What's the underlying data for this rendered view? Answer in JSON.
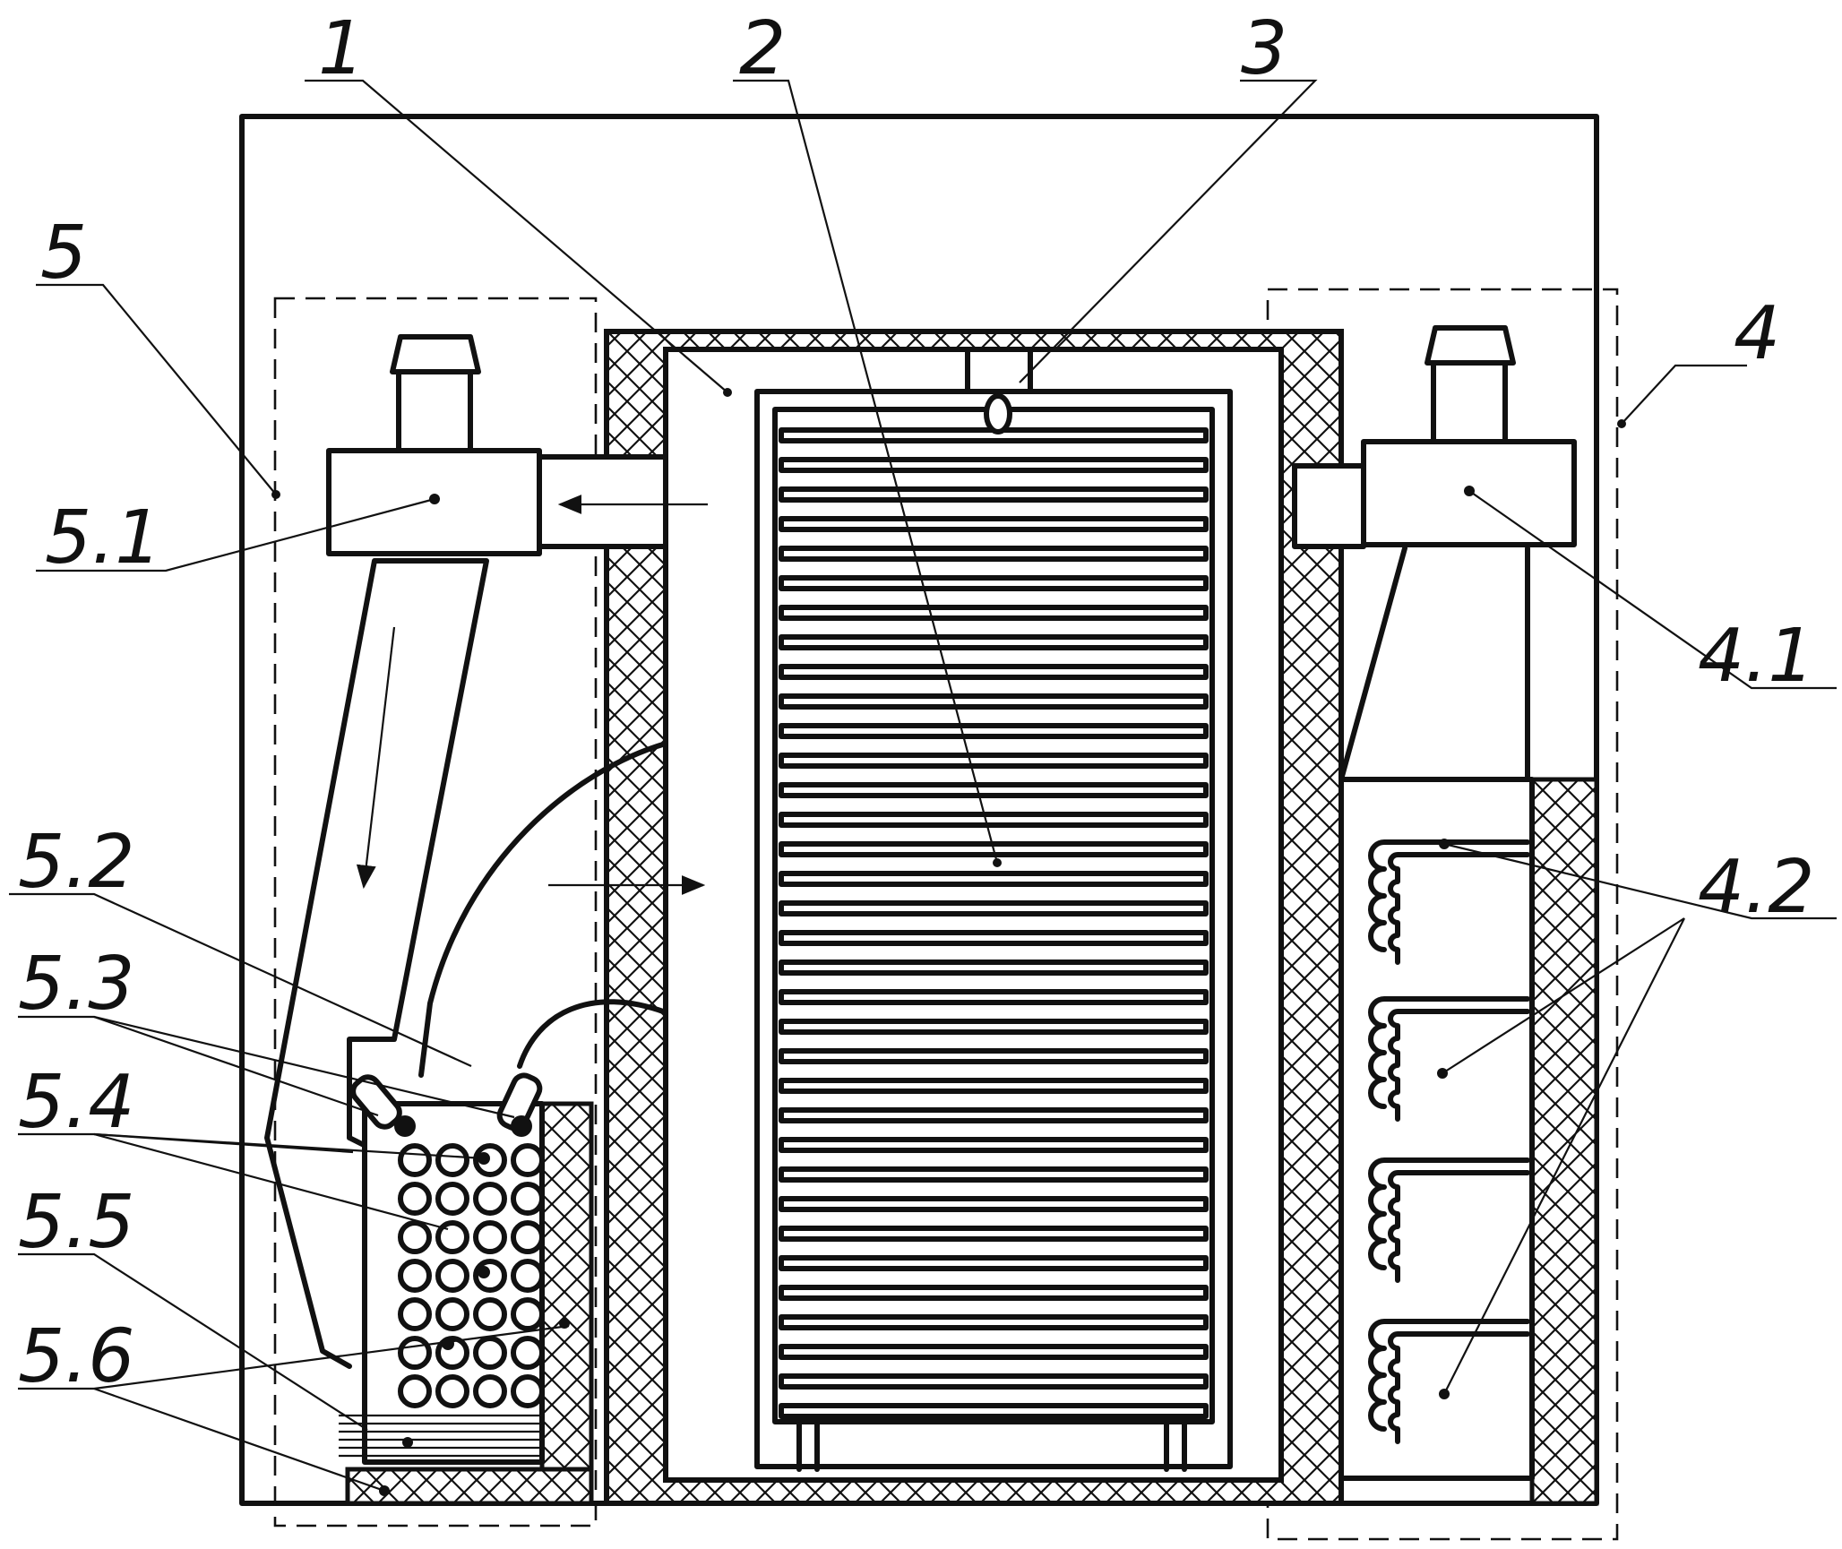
{
  "labels": {
    "l1": "1",
    "l2": "2",
    "l3": "3",
    "l4": "4",
    "l5": "5",
    "l41": "4.1",
    "l42": "4.2",
    "l51": "5.1",
    "l52": "5.2",
    "l53": "5.3",
    "l54": "5.4",
    "l55": "5.5",
    "l56": "5.6"
  }
}
